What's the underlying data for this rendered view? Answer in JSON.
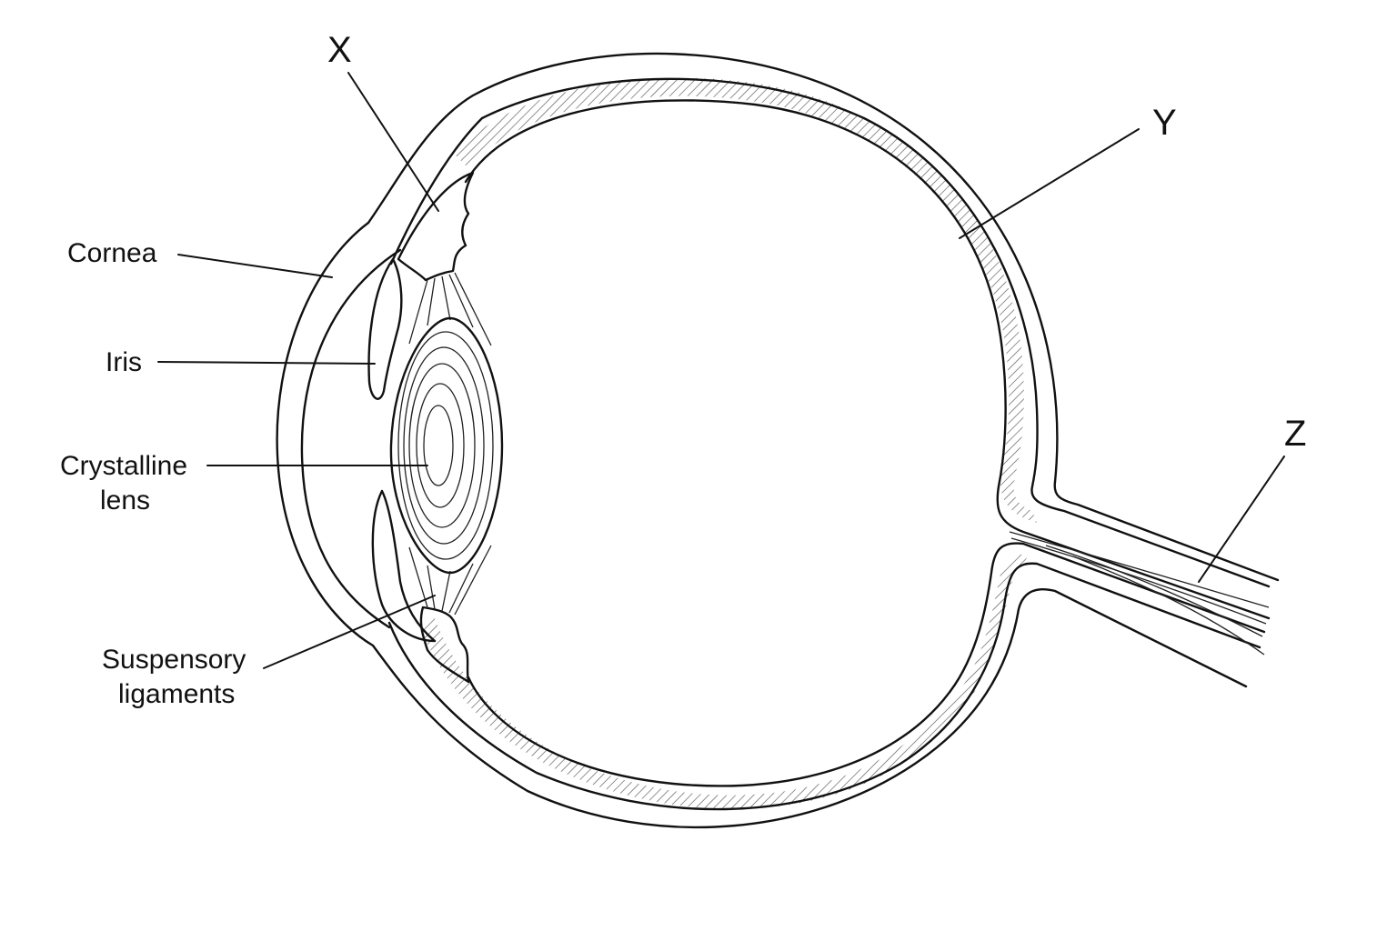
{
  "labels": {
    "x": "X",
    "y": "Y",
    "z": "Z",
    "cornea": "Cornea",
    "iris": "Iris",
    "lens_line1": "Crystalline",
    "lens_line2": "lens",
    "suspensory_line1": "Suspensory",
    "suspensory_line2": "ligaments"
  },
  "colors": {
    "line": "#111111",
    "background": "#ffffff",
    "hatch": "#555555"
  }
}
